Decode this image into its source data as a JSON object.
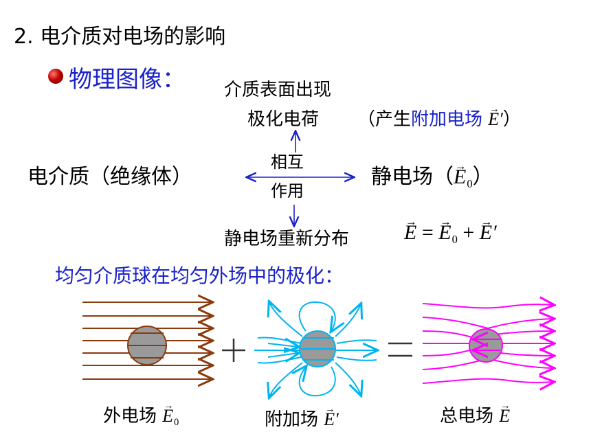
{
  "title": "2. 电介质对电场的影响",
  "bullet": "物理图像：",
  "top": {
    "line1": "介质表面出现",
    "line2": "极化电荷",
    "note_prefix": "（产生",
    "note_blue": "附加电场",
    "note_symbol": "E′",
    "note_suffix": "）"
  },
  "middle": {
    "left": "电介质（绝缘体）",
    "center_line1": "相互",
    "center_line2": "作用",
    "right_prefix": "静电场（",
    "right_symbol": "E",
    "right_sub": "0",
    "right_suffix": "）"
  },
  "bottom": {
    "text": "静电场重新分布",
    "eq_lhs": "E",
    "eq_equals": " = ",
    "eq_term1": "E",
    "eq_term1_sub": "0",
    "eq_plus": " + ",
    "eq_term2": "E′"
  },
  "subtitle": "均匀介质球在均匀外场中的极化：",
  "operators": {
    "plus": "+",
    "equals": "="
  },
  "captions": {
    "external": "外电场",
    "external_symbol": "E",
    "external_sub": "0",
    "additional": "附加场",
    "additional_symbol": "E′",
    "total": "总电场",
    "total_symbol": "E"
  },
  "colors": {
    "accent_blue": "#1a22c8",
    "external_field": "#8b3a0e",
    "additional_field": "#00b4f0",
    "total_field": "#ff00ff",
    "sphere_fill": "#9a9a9a"
  }
}
